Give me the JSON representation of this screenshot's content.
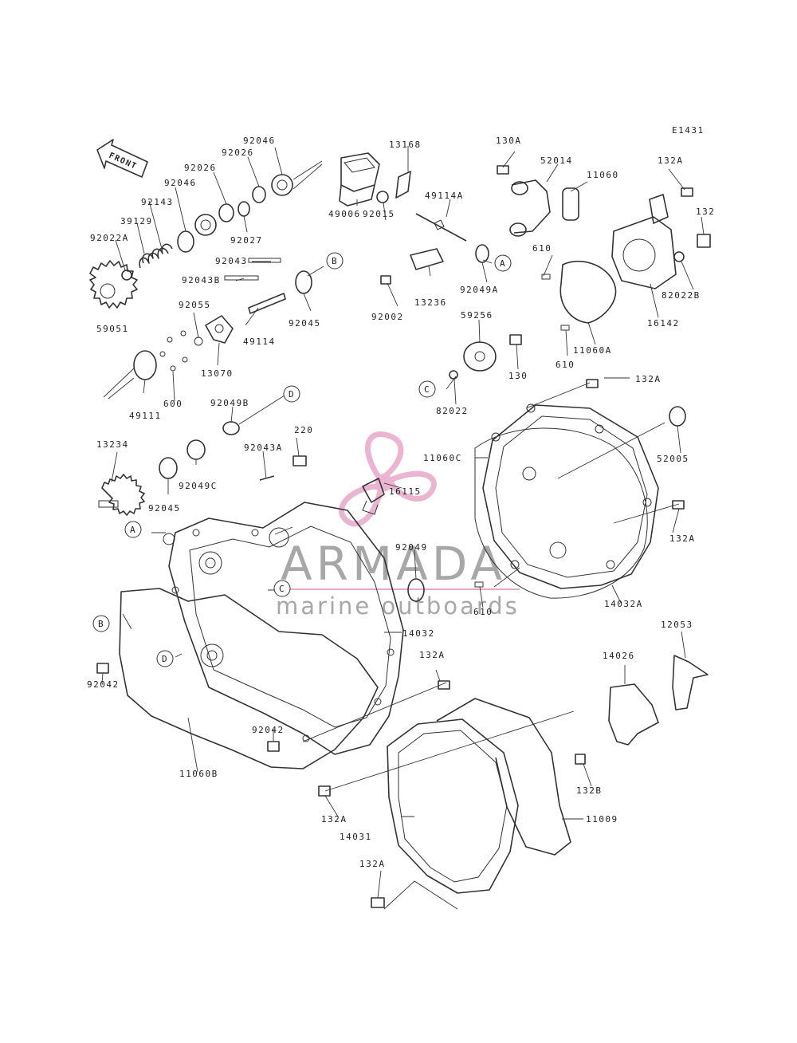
{
  "diagram_code": "E1431",
  "front_label": "FRONT",
  "watermark": {
    "brand": "ARMADA",
    "tagline": "marine outboards",
    "brand_color": "#e8a7c8"
  },
  "callouts": [
    "A",
    "B",
    "C",
    "D"
  ],
  "part_numbers": [
    "92046",
    "92026",
    "92026",
    "92046",
    "92143",
    "39129",
    "92022A",
    "59051",
    "92027",
    "13168",
    "49006",
    "92015",
    "49114A",
    "92043",
    "92043B",
    "92055",
    "13070",
    "49114",
    "92045",
    "600",
    "49111",
    "92002",
    "13236",
    "92049A",
    "130A",
    "52014",
    "11060",
    "132A",
    "132",
    "610",
    "82022B",
    "16142",
    "11060A",
    "610",
    "59256",
    "130",
    "82022",
    "92049B",
    "220",
    "92043A",
    "13234",
    "92049C",
    "92045",
    "16115",
    "132A",
    "11060C",
    "52005",
    "132A",
    "14032A",
    "92049",
    "610",
    "14032",
    "92042",
    "92042",
    "11060B",
    "132A",
    "12053",
    "14026",
    "132B",
    "132A",
    "14031",
    "11009",
    "132A"
  ]
}
